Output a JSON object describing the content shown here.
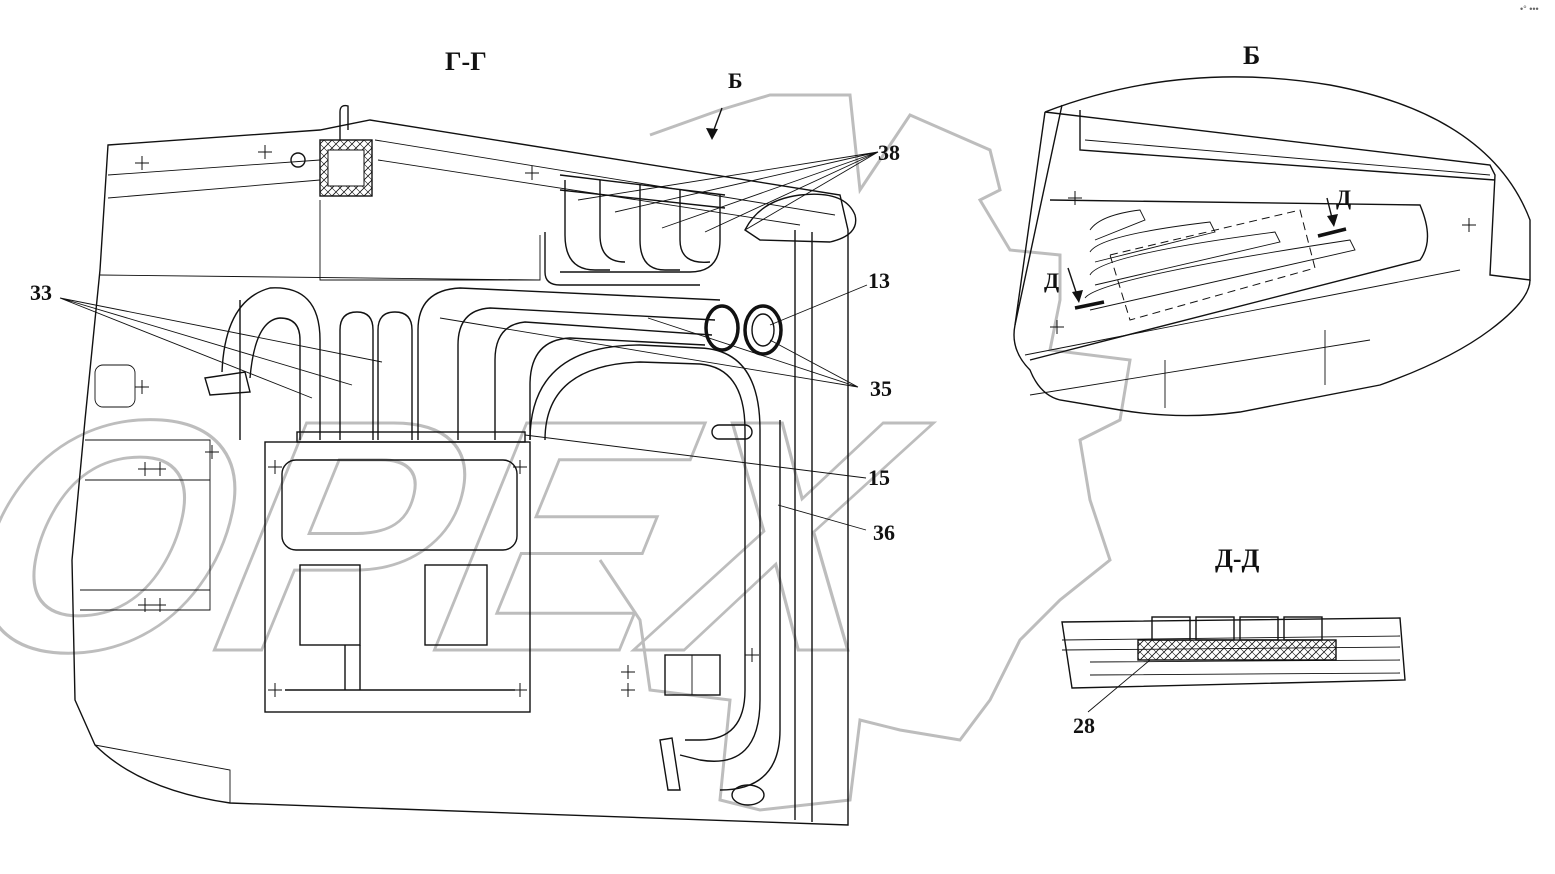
{
  "titles": {
    "section_gg": "Г-Г",
    "view_b_main": "Б",
    "view_b_detail": "Б",
    "section_dd": "Д-Д",
    "cut_d_left": "Д",
    "cut_d_right": "Д"
  },
  "callouts": {
    "c38": "38",
    "c33": "33",
    "c13": "13",
    "c35": "35",
    "c15": "15",
    "c36": "36",
    "c28": "28"
  },
  "watermark": {
    "text": "OPEX",
    "color": "#bdbdbd"
  },
  "corner_mark": "•° •••",
  "colors": {
    "line": "#111111",
    "background": "#ffffff",
    "fill_gray": "#e9e9e9"
  }
}
